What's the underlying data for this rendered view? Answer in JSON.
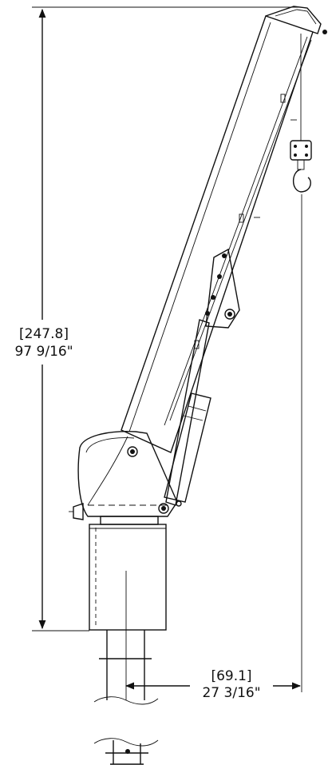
{
  "dimensions": {
    "height": {
      "metric": "[247.8]",
      "imperial": "97 9/16\""
    },
    "reach": {
      "metric": "[69.1]",
      "imperial": "27 3/16\""
    }
  },
  "colors": {
    "line": "#111111",
    "background": "#ffffff"
  }
}
